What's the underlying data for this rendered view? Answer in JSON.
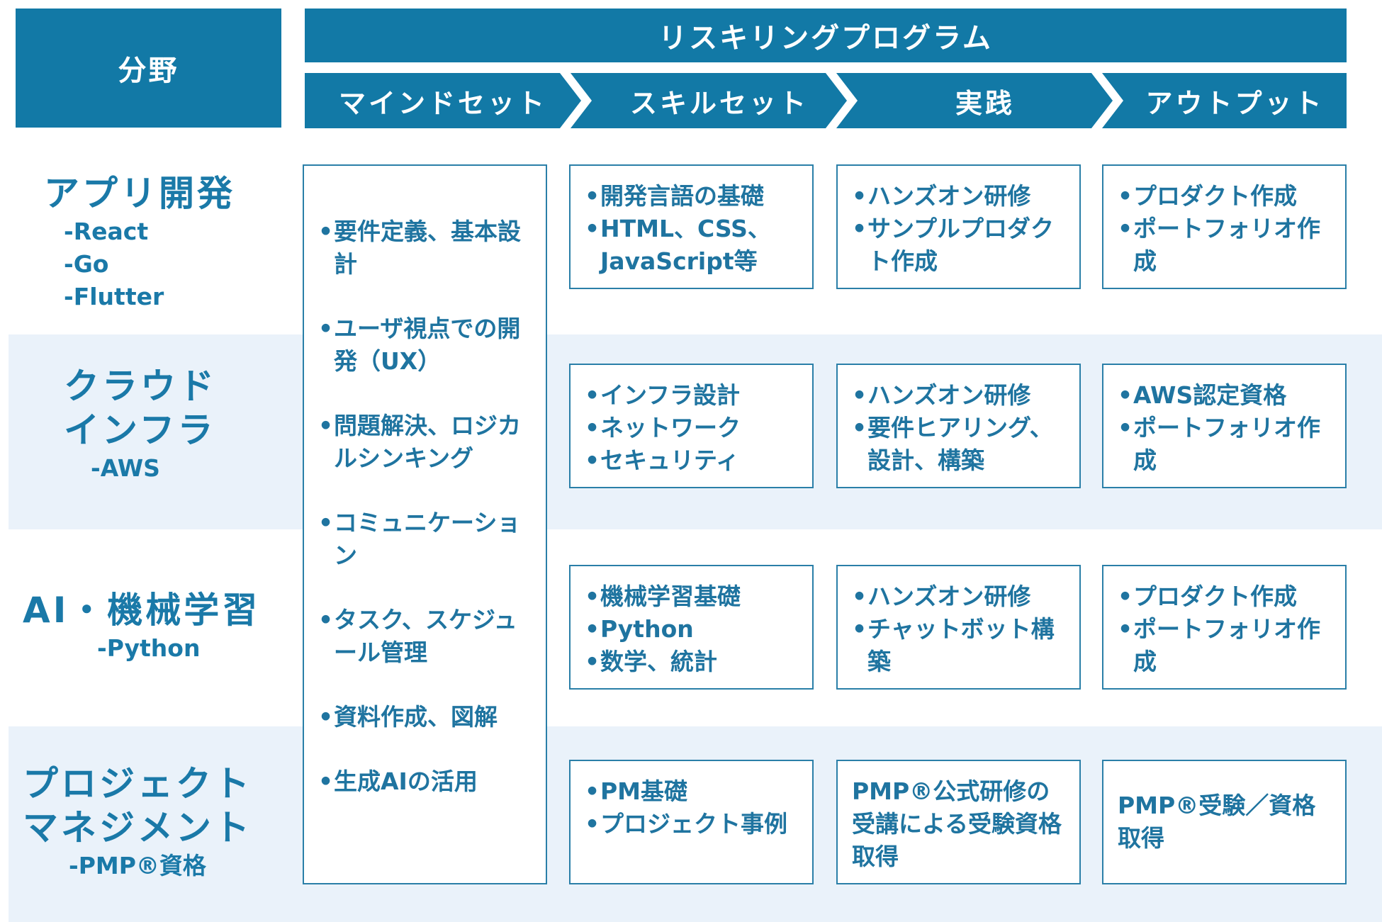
{
  "header": {
    "field_label": "分野",
    "program_title": "リスキリングプログラム",
    "stages": [
      "マインドセット",
      "スキルセット",
      "実践",
      "アウトプット"
    ]
  },
  "colors": {
    "header_bg": "#1279a6",
    "band_bg": "#eaf2fa",
    "text": "#1f74a0",
    "border": "#2a7fa8"
  },
  "mindset": [
    "要件定義、基本設計",
    "ユーザ視点での開発（UX）",
    "問題解決、ロジカルシンキング",
    "コミュニケーション",
    "タスク、スケジュール管理",
    "資料作成、図解",
    "生成AIの活用"
  ],
  "rows": [
    {
      "name": [
        "アプリ開発"
      ],
      "subs": [
        "-React",
        "-Go",
        "-Flutter"
      ],
      "skillset": [
        "開発言語の基礎",
        "HTML、CSS、JavaScript等"
      ],
      "practice": [
        "ハンズオン研修",
        "サンプルプロダクト作成"
      ],
      "output": [
        "プロダクト作成",
        "ポートフォリオ作成"
      ]
    },
    {
      "name": [
        "クラウド",
        "インフラ"
      ],
      "subs": [
        "-AWS"
      ],
      "skillset": [
        "インフラ設計",
        "ネットワーク",
        "セキュリティ"
      ],
      "practice": [
        "ハンズオン研修",
        "要件ヒアリング、設計、構築"
      ],
      "output": [
        "AWS認定資格",
        "ポートフォリオ作成"
      ]
    },
    {
      "name": [
        "AI・機械学習"
      ],
      "subs": [
        "-Python"
      ],
      "skillset": [
        "機械学習基礎",
        "Python",
        "数学、統計"
      ],
      "practice": [
        "ハンズオン研修",
        "チャットボット構築"
      ],
      "output": [
        "プロダクト作成",
        "ポートフォリオ作成"
      ]
    },
    {
      "name": [
        "プロジェクト",
        "マネジメント"
      ],
      "subs": [
        "-PMP®資格"
      ],
      "skillset": [
        "PM基礎",
        "プロジェクト事例"
      ],
      "practice_text": "PMP®公式研修の受講による受験資格取得",
      "output_text": "PMP®受験／資格取得"
    }
  ]
}
